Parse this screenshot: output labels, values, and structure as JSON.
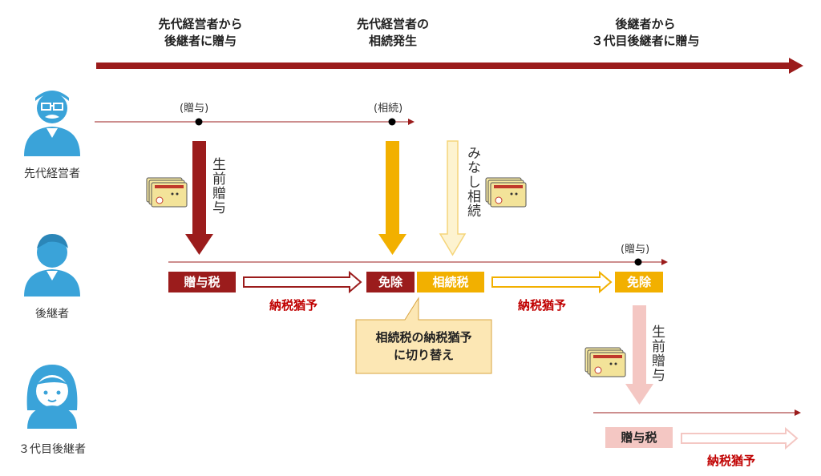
{
  "phases": {
    "p1": [
      "先代経営者から",
      "後継者に贈与"
    ],
    "p2": [
      "先代経営者の",
      "相続発生"
    ],
    "p3": [
      "後継者から",
      "３代目後継者に贈与"
    ]
  },
  "people": {
    "first": "先代経営者",
    "second": "後継者",
    "third": "３代目後継者"
  },
  "events": {
    "gift1": "(贈与)",
    "inherit": "(相続)",
    "gift2": "(贈与)"
  },
  "flows": {
    "lifetime_gift_1": "生前贈与",
    "deemed_inheritance": "みなし相続",
    "lifetime_gift_2": "生前贈与"
  },
  "boxes": {
    "gift_tax_1": "贈与税",
    "exempt_1": "免除",
    "inheritance_tax": "相続税",
    "exempt_2": "免除",
    "gift_tax_2": "贈与税"
  },
  "deferrals": {
    "d1": "納税猶予",
    "d2": "納税猶予",
    "d3": "納税猶予"
  },
  "callout": [
    "相続税の納税猶予",
    "に切り替え"
  ],
  "colors": {
    "dark_red": "#9b1c1c",
    "gold": "#f2b000",
    "pale_gold": "#fbe8a6",
    "pink": "#f4c7c3",
    "person_blue": "#3aa3d9",
    "callout_bg": "#fce7b4"
  }
}
